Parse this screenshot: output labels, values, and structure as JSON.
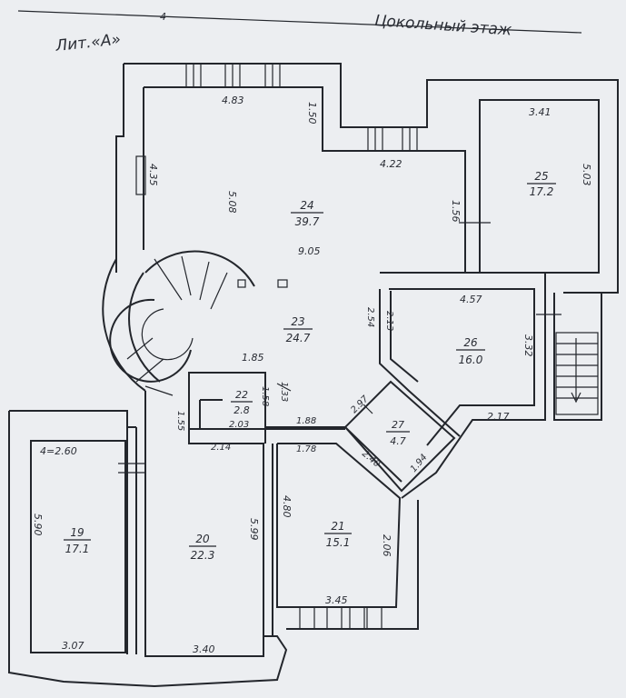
{
  "header": {
    "title": "Цокольный этаж",
    "lit": "Лит.«А»",
    "lit_sup": "4"
  },
  "rooms": [
    {
      "id": "r19",
      "number": "19",
      "area": "17.1"
    },
    {
      "id": "r20",
      "number": "20",
      "area": "22.3"
    },
    {
      "id": "r21",
      "number": "21",
      "area": "15.1"
    },
    {
      "id": "r22",
      "number": "22",
      "area": "2.8"
    },
    {
      "id": "r23",
      "number": "23",
      "area": "24.7"
    },
    {
      "id": "r24",
      "number": "24",
      "area": "39.7"
    },
    {
      "id": "r25",
      "number": "25",
      "area": "17.2"
    },
    {
      "id": "r26",
      "number": "26",
      "area": "16.0"
    },
    {
      "id": "r27",
      "number": "27",
      "area": "4.7"
    }
  ],
  "dimensions": {
    "d483": "4.83",
    "d150": "1.50",
    "d422": "4.22",
    "d341": "3.41",
    "d503": "5.03",
    "d156": "1.56",
    "d508": "5.08",
    "d905": "9.05",
    "d435": "4.35",
    "d457": "4.57",
    "d254": "2.54",
    "d213": "2.13",
    "d332": "3.32",
    "d185": "1.85",
    "d158": "1.58",
    "d133": "1.33",
    "d155": "1.55",
    "d203": "2.03",
    "d188": "1.88",
    "d297": "2.97",
    "d217": "2.17",
    "d214": "2.14",
    "d178": "1.78",
    "d240": "2.40",
    "d194": "1.94",
    "d260": "4=2.60",
    "d590": "5.90",
    "d599": "5.99",
    "d480": "4.80",
    "d206": "2.06",
    "d345": "3.45",
    "d307": "3.07",
    "d340": "3.40"
  }
}
